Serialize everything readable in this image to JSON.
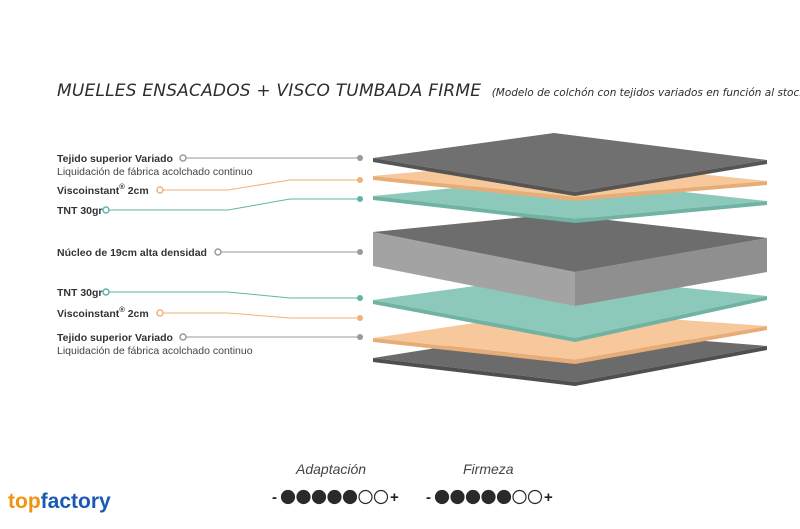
{
  "title": {
    "main": "MUELLES ENSACADOS + VISCO TUMBADA FIRME",
    "sub": "(Modelo de colchón con tejidos variados en función al stock de fábrica.)"
  },
  "colors": {
    "fabric": "#6e6e6e",
    "visco": "#f6c89c",
    "tnt": "#8cc9bb",
    "core": "#8d8d8d",
    "line_gray": "#9a9a9a",
    "line_orange": "#f1b27a",
    "line_teal": "#5eb6a8"
  },
  "labels": {
    "top_fabric": {
      "title": "Tejido superior Variado",
      "sub": "Liquidación de fábrica acolchado continuo"
    },
    "top_visco": {
      "title": "Viscoinstant",
      "sup": "®",
      "suffix": " 2cm"
    },
    "top_tnt": {
      "title": "TNT 30gr"
    },
    "core": {
      "title": "Núcleo de 19cm alta densidad"
    },
    "bottom_tnt": {
      "title": "TNT 30gr"
    },
    "bottom_visco": {
      "title": "Viscoinstant",
      "sup": "®",
      "suffix": " 2cm"
    },
    "bottom_fabric": {
      "title": "Tejido superior Variado",
      "sub": "Liquidación de fábrica acolchado continuo"
    }
  },
  "ratings": {
    "adaptacion": {
      "label": "Adaptación",
      "filled": 5,
      "total": 7,
      "minus": "-",
      "plus": "+"
    },
    "firmeza": {
      "label": "Firmeza",
      "filled": 5,
      "total": 7,
      "minus": "-",
      "plus": "+"
    }
  },
  "brand": {
    "part1": "top",
    "part2": "factory"
  }
}
